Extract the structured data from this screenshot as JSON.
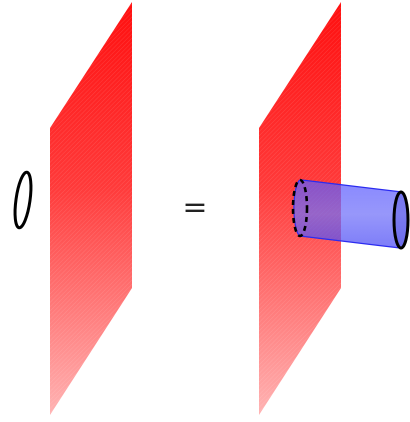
{
  "diagram": {
    "operator_symbol": "=",
    "colors": {
      "plane_top": "#ff0f0f",
      "plane_bottom": "#ffb3b3",
      "tube_fill": "#3f3ff7",
      "tube_stroke": "#1f1ff0",
      "outline": "#000000"
    },
    "left_side": {
      "elements": [
        "wilson-loop-ellipse",
        "red-plane"
      ]
    },
    "right_side": {
      "elements": [
        "red-plane",
        "blue-cylinder-tube",
        "dashed-tube-rim",
        "solid-tube-end"
      ]
    }
  }
}
